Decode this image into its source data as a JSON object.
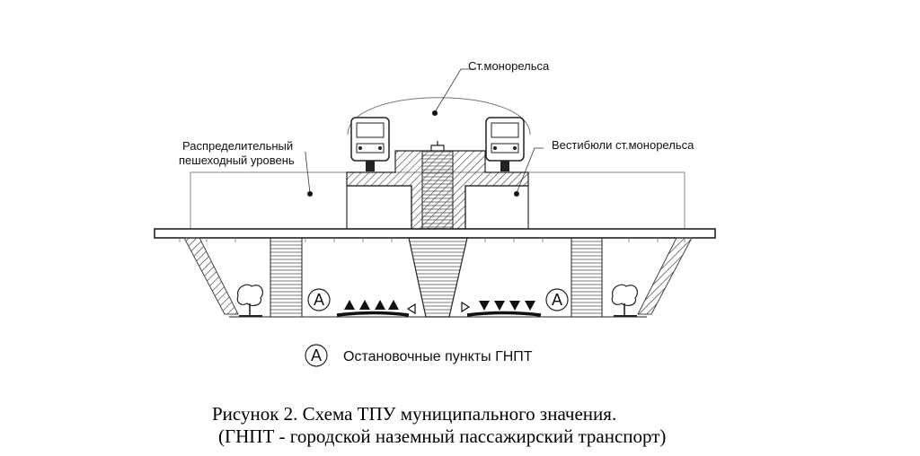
{
  "labels": {
    "monorail_station": "Ст.монорельса",
    "distribution_level_line1": "Распределительный",
    "distribution_level_line2": "пешеходный уровень",
    "monorail_vestibules": "Вестибюли ст.монорельса"
  },
  "stop_letter": "A",
  "legend": {
    "symbol": "A",
    "text": "Остановочные пункты ГНПТ"
  },
  "caption": {
    "line1": "Рисунок 2. Схема ТПУ муниципального значения.",
    "line2": "(ГНПТ - городской наземный пассажирский транспорт)"
  }
}
